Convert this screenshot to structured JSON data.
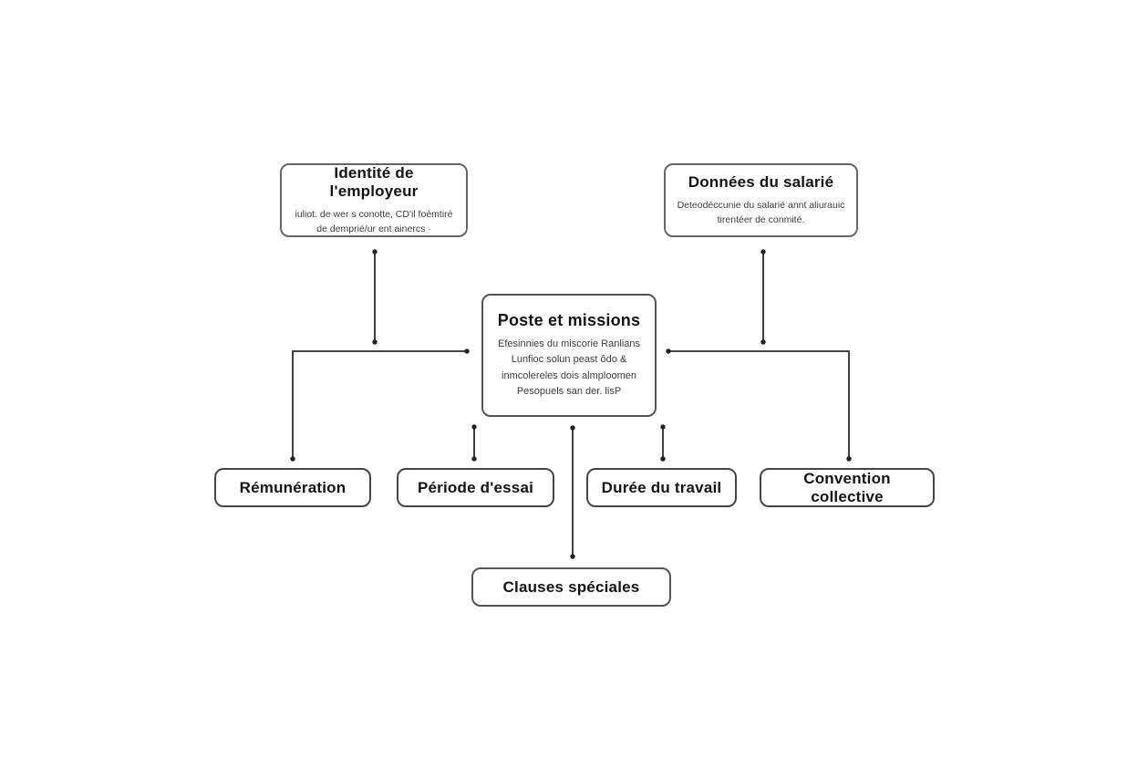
{
  "diagram": {
    "background": "#ffffff",
    "line_color": "#2b2b2b",
    "border_color": "#5c5c5c",
    "nodes": {
      "employer": {
        "title": "Identité de l'employeur",
        "description": "iuliot. de wer s conotte, CD'il foémtiré de demprié/ur ent ainercs ·"
      },
      "employee": {
        "title": "Données du salarié",
        "description": "Deteodéccunie du salarié annt aliurauic tirentéer de conmité."
      },
      "position": {
        "title": "Poste et missions",
        "description": "Efesinnies du miscorie Ranlians Lunfioc solun peast ôdo & inmcolereles dois almploomen Pesopuels san der. lisP"
      },
      "remuneration": {
        "title": "Rémunération"
      },
      "trial_period": {
        "title": "Période d'essai"
      },
      "working_time": {
        "title": "Durée du travail"
      },
      "collective_agreement": {
        "title": "Convention collective"
      },
      "special_clauses": {
        "title": "Clauses spéciales"
      }
    },
    "edges": [
      {
        "from": "employer",
        "to": "left-junction"
      },
      {
        "from": "left-junction",
        "to": "position"
      },
      {
        "from": "left-junction",
        "to": "remuneration"
      },
      {
        "from": "employee",
        "to": "right-junction"
      },
      {
        "from": "right-junction",
        "to": "position"
      },
      {
        "from": "right-junction",
        "to": "collective_agreement"
      },
      {
        "from": "position",
        "to": "trial_period"
      },
      {
        "from": "position",
        "to": "working_time"
      },
      {
        "from": "position",
        "to": "special_clauses"
      }
    ]
  }
}
